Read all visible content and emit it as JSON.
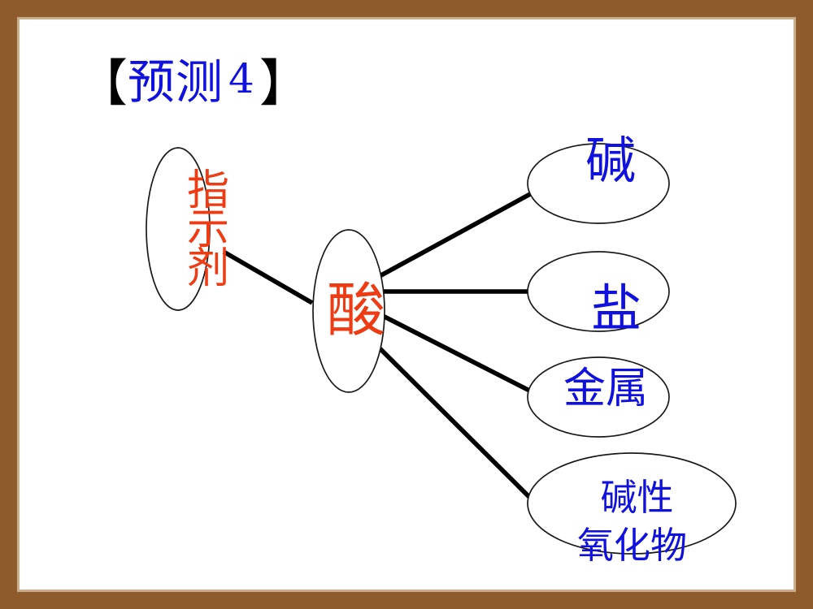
{
  "slide": {
    "title": {
      "bracket_open": "【",
      "text": "预测",
      "number": "4",
      "bracket_close": "】"
    },
    "colors": {
      "frame": "#8e5c2c",
      "frame_highlight": "#c8ae8d",
      "canvas": "#ffffff",
      "title_text": "#1111dd",
      "title_bracket": "#000000",
      "red_node_text": "#ee3b13",
      "blue_node_text": "#1111dd",
      "connector": "#000000",
      "ellipse_stroke": "#1a1a1a"
    }
  },
  "diagram": {
    "type": "concept-map",
    "center_node": {
      "id": "acid",
      "label": "酸",
      "color": "#ee3b13"
    },
    "nodes": [
      {
        "id": "indicator",
        "label": "指示剂",
        "lines": [
          "指",
          "示",
          "剂"
        ],
        "color": "#ee3b13"
      },
      {
        "id": "base",
        "label": "碱",
        "lines": [
          "碱"
        ],
        "color": "#1111dd"
      },
      {
        "id": "salt",
        "label": "盐",
        "lines": [
          "盐"
        ],
        "color": "#1111dd"
      },
      {
        "id": "metal",
        "label": "金属",
        "lines": [
          "金属"
        ],
        "color": "#1111dd"
      },
      {
        "id": "basic-oxide",
        "label": "碱性氧化物",
        "lines": [
          "碱性",
          "氧化物"
        ],
        "color": "#1111dd"
      }
    ],
    "edges": [
      {
        "from": "indicator",
        "to": "acid"
      },
      {
        "from": "acid",
        "to": "base"
      },
      {
        "from": "acid",
        "to": "salt"
      },
      {
        "from": "acid",
        "to": "metal"
      },
      {
        "from": "acid",
        "to": "basic-oxide"
      }
    ]
  }
}
